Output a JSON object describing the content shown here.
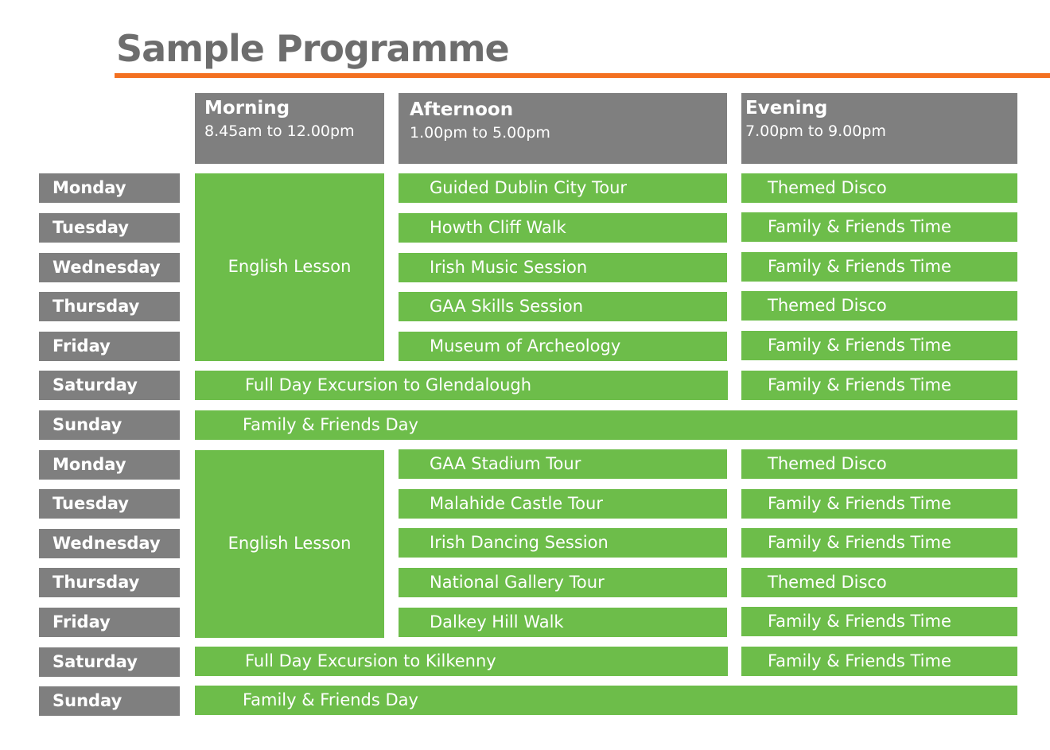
{
  "title": "Sample Programme",
  "colors": {
    "accent": "#f37021",
    "header_bg": "#7f7f7f",
    "activity_bg": "#6dbd4a",
    "title_text": "#6d6d6d"
  },
  "headers": {
    "morning": {
      "name": "Morning",
      "time": "8.45am to 12.00pm"
    },
    "afternoon": {
      "name": "Afternoon",
      "time": "1.00pm to 5.00pm"
    },
    "evening": {
      "name": "Evening",
      "time": "7.00pm to 9.00pm"
    }
  },
  "week1": {
    "days": [
      "Monday",
      "Tuesday",
      "Wednesday",
      "Thursday",
      "Friday",
      "Saturday",
      "Sunday"
    ],
    "morning_block": "English Lesson",
    "afternoon": [
      "Guided Dublin City Tour",
      "Howth Cliff Walk",
      "Irish Music Session",
      "GAA Skills Session",
      "Museum of Archeology"
    ],
    "evening": [
      "Themed Disco",
      "Family & Friends Time",
      "Family & Friends Time",
      "Themed Disco",
      "Family & Friends Time",
      "Family & Friends Time"
    ],
    "saturday_excursion": "Full Day Excursion to Glendalough",
    "sunday": "Family & Friends Day"
  },
  "week2": {
    "days": [
      "Monday",
      "Tuesday",
      "Wednesday",
      "Thursday",
      "Friday",
      "Saturday",
      "Sunday"
    ],
    "morning_block": "English Lesson",
    "afternoon": [
      "GAA Stadium Tour",
      "Malahide Castle Tour",
      "Irish Dancing Session",
      "National Gallery Tour",
      "Dalkey Hill Walk"
    ],
    "evening": [
      "Themed Disco",
      "Family & Friends Time",
      "Family & Friends Time",
      "Themed Disco",
      "Family & Friends Time",
      "Family & Friends Time"
    ],
    "saturday_excursion": "Full Day Excursion to Kilkenny",
    "sunday": "Family & Friends Day"
  }
}
